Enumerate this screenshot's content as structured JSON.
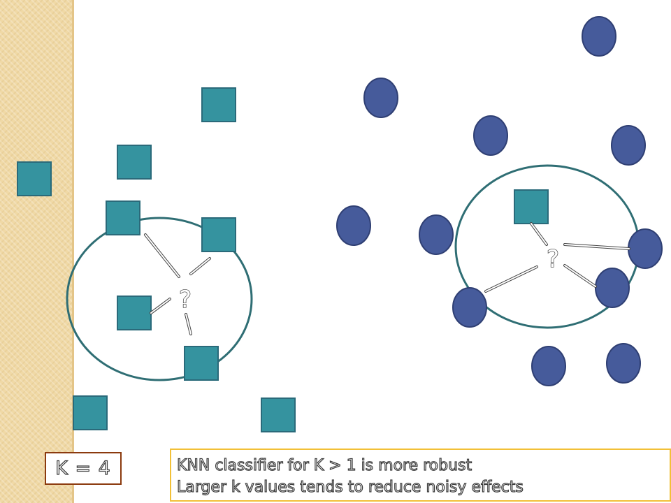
{
  "diagram": {
    "k_label": "K = 4",
    "query_symbol": "?",
    "notes": [
      "KNN classifier for K > 1 is more robust",
      "Larger k values tends to reduce noisy effects"
    ],
    "colors": {
      "square_class": "#35939f",
      "circle_class": "#465b9b",
      "neighborhood_circle": "#2f6e74",
      "k_box_border": "#8b3a0e",
      "note_box_border": "#f2c037",
      "side_band": "#f0d9a6"
    }
  }
}
